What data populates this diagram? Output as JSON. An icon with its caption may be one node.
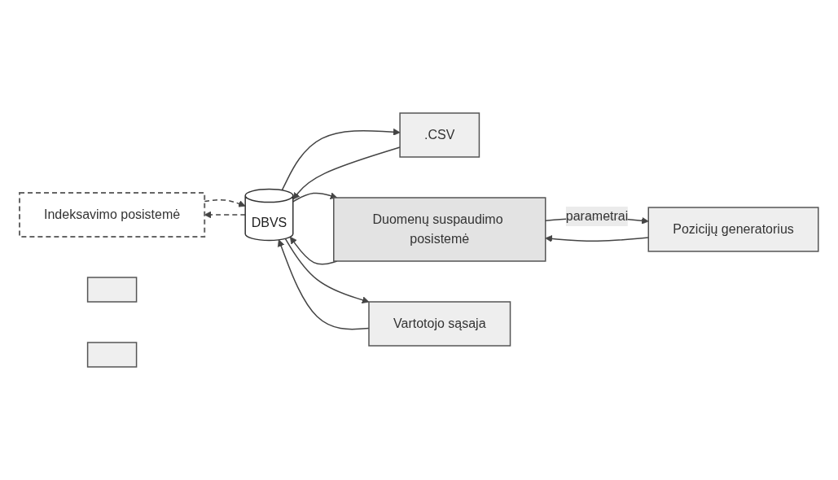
{
  "diagram": {
    "nodes": [
      {
        "text": [
          "Indeksavimo posistemė"
        ]
      },
      {
        "text": [],
        "shape": "box"
      },
      {
        "text": [],
        "shape": "box"
      },
      {
        "text": [
          ".CSV"
        ]
      },
      {
        "text": [
          "DBVS"
        ]
      },
      {
        "text": [
          "Duomenų suspaudimo posistemė"
        ]
      },
      {
        "text": [
          "Pozicijų generatorius"
        ]
      },
      {
        "text": [
          "Vartotojo sąsaja"
        ]
      }
    ],
    "edges": [
      {
        "from": 4,
        "to": 0,
        "arrow": "to",
        "style": "dashed"
      },
      {
        "from": 0,
        "to": 4,
        "arrow": "to",
        "style": "dashed"
      },
      {
        "from": 4,
        "to": 3,
        "arrow": "to"
      },
      {
        "from": 3,
        "to": 4,
        "arrow": "to"
      },
      {
        "from": 5,
        "to": 4,
        "arrow": "to"
      },
      {
        "from": 4,
        "to": 5,
        "arrow": "to"
      },
      {
        "from": 6,
        "to": 5,
        "arrow": "to"
      },
      {
        "from": 5,
        "to": 6,
        "arrow": "to",
        "label": "parametrai"
      },
      {
        "from": 4,
        "to": 7,
        "arrow": "to"
      },
      {
        "from": 7,
        "to": 4,
        "arrow": "to"
      }
    ]
  }
}
